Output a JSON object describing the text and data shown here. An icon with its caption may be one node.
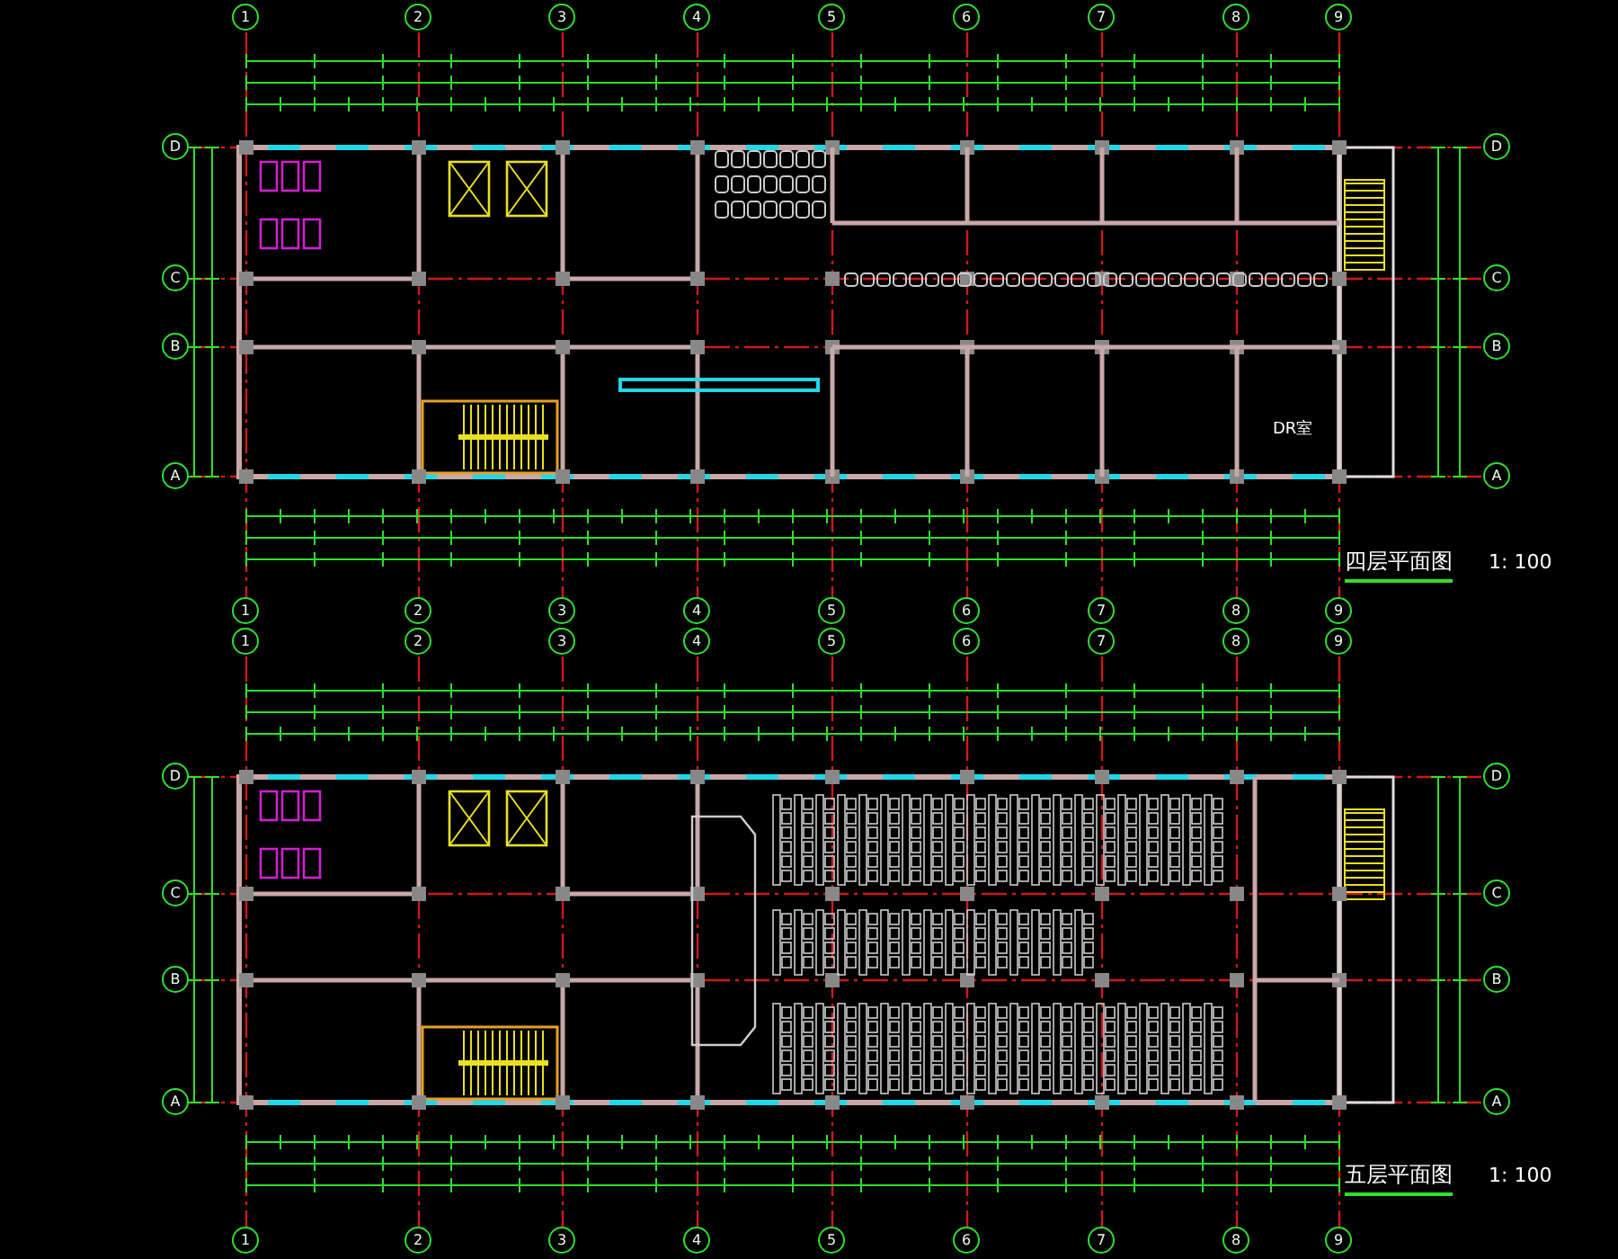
{
  "diagram": {
    "labels": [
      "1",
      "2",
      "3",
      "4",
      "5",
      "6",
      "7",
      "8",
      "9",
      "D",
      "D",
      "C",
      "C",
      "B",
      "B",
      "A",
      "A",
      "1",
      "2",
      "3",
      "4",
      "5",
      "6",
      "7",
      "8",
      "9",
      "DR室",
      "四层平面图",
      "1: 100",
      "1",
      "2",
      "3",
      "4",
      "5",
      "6",
      "7",
      "8",
      "9",
      "D",
      "D",
      "C",
      "C",
      "B",
      "B",
      "A",
      "A",
      "1",
      "2",
      "3",
      "4",
      "5",
      "6",
      "7",
      "8",
      "9",
      "五层平面图",
      "1: 100"
    ]
  }
}
